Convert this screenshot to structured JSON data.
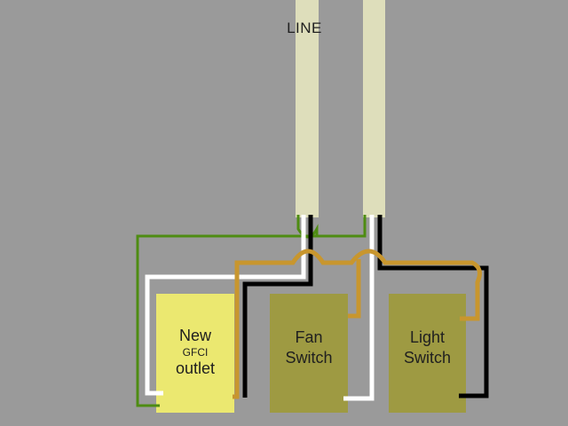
{
  "labels": {
    "line": "LINE"
  },
  "devices": {
    "outlet": {
      "line1": "New",
      "line2": "GFCI",
      "line3": "outlet",
      "color": "#ebe870"
    },
    "fan": {
      "line1": "Fan",
      "line2": "Switch",
      "color": "#9e9a42"
    },
    "light": {
      "line1": "Light",
      "line2": "Switch",
      "color": "#9e9a42"
    }
  },
  "colors": {
    "background": "#9a9a9a",
    "cable_sheath": "#dedebb",
    "ground_wire": "#4e8c12",
    "neutral_wire": "#ffffff",
    "hot_wire": "#000000",
    "jumper_wire": "#c8962e"
  }
}
